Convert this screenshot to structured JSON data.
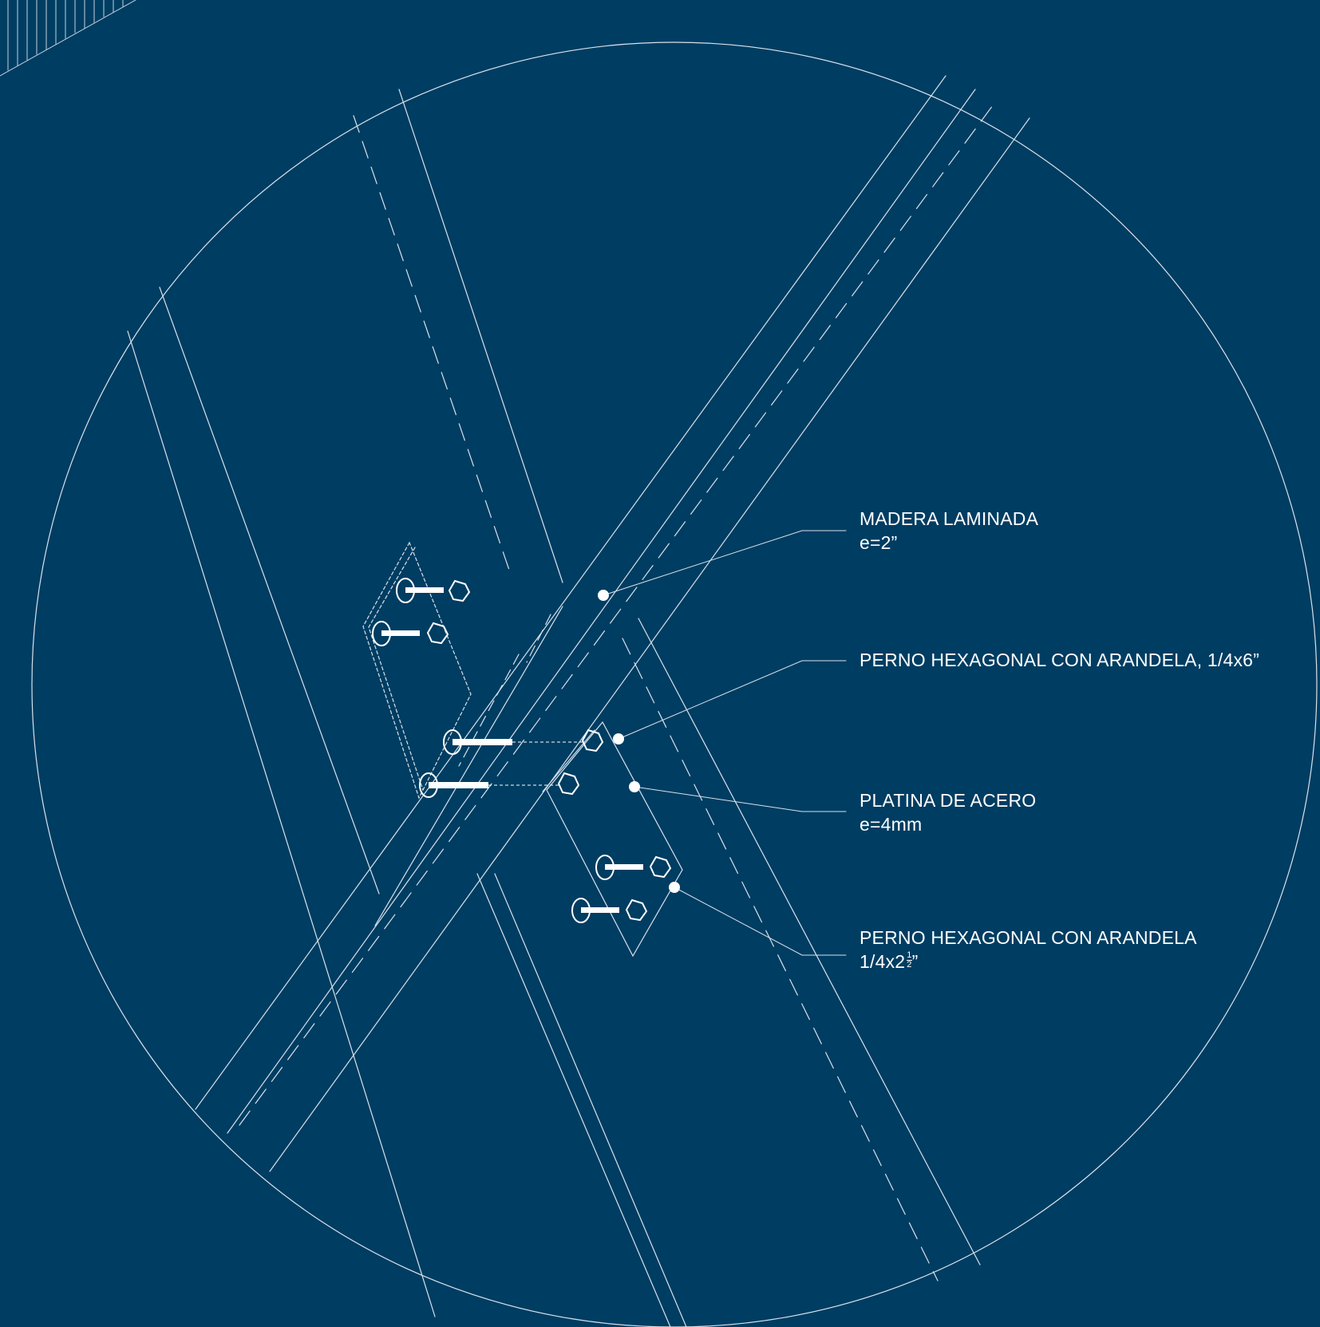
{
  "colors": {
    "background": "#003d62",
    "lines": "#d6e3ec",
    "text": "#ffffff"
  },
  "callouts": [
    {
      "line1": "MADERA LAMINADA",
      "line2": "e=2”"
    },
    {
      "line1": "PERNO HEXAGONAL  CON ARANDELA, 1/4x6”",
      "line2": ""
    },
    {
      "line1": "PLATINA DE ACERO",
      "line2": "e=4mm"
    },
    {
      "line1": "PERNO HEXAGONAL CON ARANDELA",
      "line2": "1/4x2",
      "line2_fraction_num": "1",
      "line2_fraction_den": "2",
      "line2_suffix": "”"
    }
  ]
}
